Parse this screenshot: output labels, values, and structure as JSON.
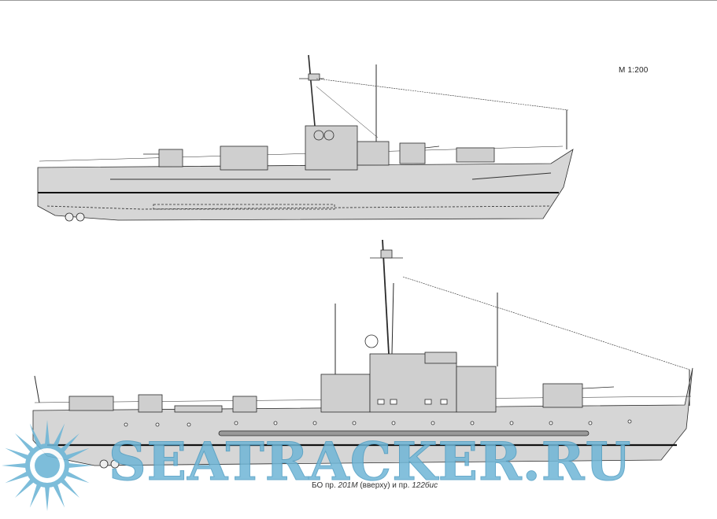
{
  "scale_label": "М 1:200",
  "caption": {
    "prefix": "БО пр. ",
    "proj1": "201М",
    "middle": " (вверху) и пр. ",
    "proj2": "122бис"
  },
  "watermark": {
    "text": "SEATRACKER.RU",
    "logo": "sun-burst-logo",
    "color": "#6fb6d6"
  },
  "colors": {
    "hull": "#d4d4d4",
    "line": "#2a2a2a",
    "superstructure": "#cfcfcf"
  }
}
